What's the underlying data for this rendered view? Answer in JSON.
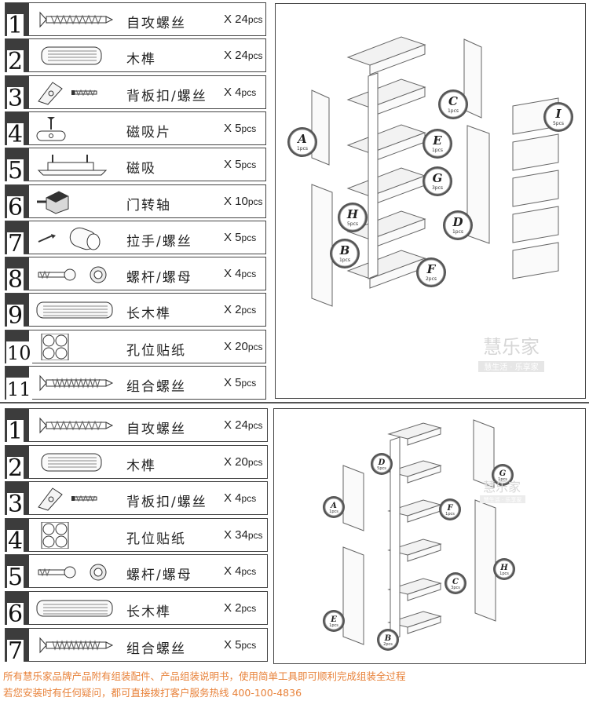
{
  "section1": {
    "parts": [
      {
        "num": "1",
        "name": "自攻螺丝",
        "qty": "X 24",
        "unit": "pcs",
        "icon": "self-tapping-screw-icon"
      },
      {
        "num": "2",
        "name": "木榫",
        "qty": "X 24",
        "unit": "pcs",
        "icon": "wood-dowel-icon"
      },
      {
        "num": "3",
        "name": "背板扣/螺丝",
        "qty": "X 4",
        "unit": "pcs",
        "icon": "back-panel-clip-icon"
      },
      {
        "num": "4",
        "name": "磁吸片",
        "qty": "X 5",
        "unit": "pcs",
        "icon": "magnet-plate-icon"
      },
      {
        "num": "5",
        "name": "磁吸",
        "qty": "X 5",
        "unit": "pcs",
        "icon": "magnet-catch-icon"
      },
      {
        "num": "6",
        "name": "门转轴",
        "qty": "X 10",
        "unit": "pcs",
        "icon": "door-pivot-icon"
      },
      {
        "num": "7",
        "name": "拉手/螺丝",
        "qty": "X 5",
        "unit": "pcs",
        "icon": "handle-icon"
      },
      {
        "num": "8",
        "name": "螺杆/螺母",
        "qty": "X 4",
        "unit": "pcs",
        "icon": "bolt-nut-icon"
      },
      {
        "num": "9",
        "name": "长木榫",
        "qty": "X 2",
        "unit": "pcs",
        "icon": "long-dowel-icon"
      },
      {
        "num": "10",
        "name": "孔位贴纸",
        "qty": "X 20",
        "unit": "pcs",
        "icon": "hole-sticker-icon"
      },
      {
        "num": "11",
        "name": "组合螺丝",
        "qty": "X 5",
        "unit": "pcs",
        "icon": "combination-screw-icon"
      }
    ],
    "diagram_labels": [
      {
        "letter": "A",
        "count": "1pcs"
      },
      {
        "letter": "B",
        "count": "1pcs"
      },
      {
        "letter": "C",
        "count": "1pcs"
      },
      {
        "letter": "D",
        "count": "1pcs"
      },
      {
        "letter": "E",
        "count": "1pcs"
      },
      {
        "letter": "F",
        "count": "2pcs"
      },
      {
        "letter": "G",
        "count": "3pcs"
      },
      {
        "letter": "H",
        "count": "5pcs"
      },
      {
        "letter": "I",
        "count": "5pcs"
      }
    ],
    "watermark": {
      "brand": "慧乐家",
      "slogan": "慧生活 · 乐享家"
    }
  },
  "section2": {
    "parts": [
      {
        "num": "1",
        "name": "自攻螺丝",
        "qty": "X 24",
        "unit": "pcs",
        "icon": "self-tapping-screw-icon"
      },
      {
        "num": "2",
        "name": "木榫",
        "qty": "X 20",
        "unit": "pcs",
        "icon": "wood-dowel-icon"
      },
      {
        "num": "3",
        "name": "背板扣/螺丝",
        "qty": "X 4",
        "unit": "pcs",
        "icon": "back-panel-clip-icon"
      },
      {
        "num": "4",
        "name": "孔位贴纸",
        "qty": "X 34",
        "unit": "pcs",
        "icon": "hole-sticker-icon"
      },
      {
        "num": "5",
        "name": "螺杆/螺母",
        "qty": "X 4",
        "unit": "pcs",
        "icon": "bolt-nut-icon"
      },
      {
        "num": "6",
        "name": "长木榫",
        "qty": "X 2",
        "unit": "pcs",
        "icon": "long-dowel-icon"
      },
      {
        "num": "7",
        "name": "组合螺丝",
        "qty": "X 5",
        "unit": "pcs",
        "icon": "combination-screw-icon"
      }
    ],
    "diagram_labels": [
      {
        "letter": "A",
        "count": "1pcs"
      },
      {
        "letter": "B",
        "count": "2pcs"
      },
      {
        "letter": "C",
        "count": "3pcs"
      },
      {
        "letter": "D",
        "count": "5pcs"
      },
      {
        "letter": "E",
        "count": "1pcs"
      },
      {
        "letter": "F",
        "count": "1pcs"
      },
      {
        "letter": "G",
        "count": "1pcs"
      },
      {
        "letter": "H",
        "count": "1pcs"
      }
    ],
    "watermark": {
      "brand": "慧乐家",
      "slogan": "慧生活 · 乐享家"
    }
  },
  "footer": {
    "line1": "所有慧乐家品牌产品附有组装配件、产品组装说明书，使用简单工具即可顺利完成组装全过程",
    "line2": "若您安装时有任何疑问，都可直接拨打客户服务热线 400-100-4836"
  },
  "colors": {
    "accent": "#e8823a",
    "border": "#444444",
    "tab": "#3c3c3c"
  }
}
